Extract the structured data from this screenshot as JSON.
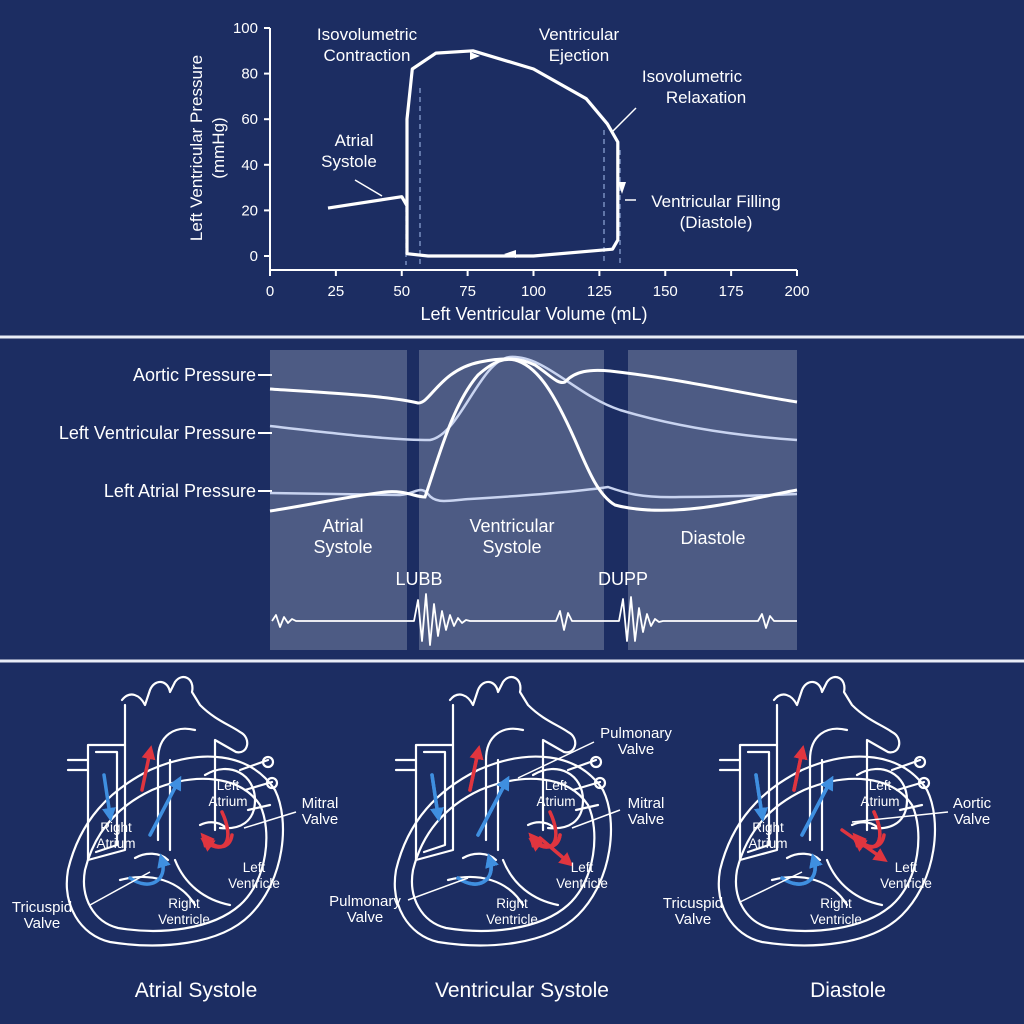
{
  "colors": {
    "background": "#1c2d62",
    "line": "#ffffff",
    "blood_blue": "#3f8fe0",
    "blood_red": "#e0353f"
  },
  "pv_loop": {
    "ylabel_line1": "Left Ventricular Pressure",
    "ylabel_line2": "(mmHg)",
    "xlabel": "Left Ventricular Volume (mL)",
    "x_ticks": [
      "0",
      "25",
      "50",
      "75",
      "100",
      "125",
      "150",
      "175",
      "200"
    ],
    "y_ticks": [
      "0",
      "20",
      "40",
      "60",
      "80",
      "100"
    ],
    "annotations": {
      "isovolumetric_contraction": [
        "Isovolumetric",
        "Contraction"
      ],
      "ventricular_ejection": [
        "Ventricular",
        "Ejection"
      ],
      "isovolumetric_relaxation": [
        "Isovolumetric",
        "Relaxation"
      ],
      "atrial_systole": [
        "Atrial",
        "Systole"
      ],
      "ventricular_filling": [
        "Ventricular Filling",
        "(Diastole)"
      ]
    }
  },
  "chart_data": {
    "type": "line",
    "xlabel": "Left Ventricular Volume (mL)",
    "ylabel": "Left Ventricular Pressure (mmHg)",
    "xlim": [
      0,
      200
    ],
    "ylim": [
      0,
      100
    ],
    "series": [
      {
        "name": "",
        "points": [
          [
            22,
            21
          ],
          [
            50,
            26
          ],
          [
            52,
            22
          ],
          [
            52,
            60
          ],
          [
            54,
            82
          ],
          [
            63,
            89
          ],
          [
            77,
            90
          ],
          [
            100,
            82
          ],
          [
            120,
            69
          ],
          [
            128,
            58
          ],
          [
            132,
            50
          ],
          [
            132,
            7
          ],
          [
            130,
            3
          ],
          [
            100,
            0
          ],
          [
            60,
            0
          ],
          [
            52,
            1
          ],
          [
            52,
            22
          ]
        ]
      }
    ]
  },
  "wiggers": {
    "labels": {
      "aortic": "Aortic Pressure",
      "lv": "Left Ventricular Pressure",
      "la": "Left Atrial Pressure"
    },
    "phases": {
      "atrial_systole": [
        "Atrial",
        "Systole"
      ],
      "ventricular_systole": [
        "Ventricular",
        "Systole"
      ],
      "diastole": "Diastole"
    },
    "sounds": {
      "first": "LUBB",
      "second": "DUPP"
    }
  },
  "hearts": [
    {
      "caption": "Atrial Systole",
      "labels": {
        "right_atrium": [
          "Right",
          "Atrium"
        ],
        "right_ventricle": [
          "Right",
          "Ventricle"
        ],
        "left_atrium": [
          "Left",
          "Atrium"
        ],
        "left_ventricle": [
          "Left",
          "Ventricle"
        ],
        "callout_left": [
          "Tricuspid",
          "Valve"
        ],
        "callout_right": [
          "Mitral",
          "Valve"
        ]
      }
    },
    {
      "caption": "Ventricular Systole",
      "labels": {
        "right_ventricle": [
          "Right",
          "Ventricle"
        ],
        "left_atrium": [
          "Left",
          "Atrium"
        ],
        "left_ventricle": [
          "Left",
          "Ventricle"
        ],
        "callout_top": [
          "Pulmonary",
          "Valve"
        ],
        "callout_right": [
          "Mitral",
          "Valve"
        ],
        "callout_left": [
          "Pulmonary",
          "Valve"
        ]
      }
    },
    {
      "caption": "Diastole",
      "labels": {
        "right_atrium": [
          "Right",
          "Atrium"
        ],
        "right_ventricle": [
          "Right",
          "Ventricle"
        ],
        "left_atrium": [
          "Left",
          "Atrium"
        ],
        "left_ventricle": [
          "Left",
          "Ventricle"
        ],
        "callout_left": [
          "Tricuspid",
          "Valve"
        ],
        "callout_right": [
          "Aortic",
          "Valve"
        ]
      }
    }
  ]
}
